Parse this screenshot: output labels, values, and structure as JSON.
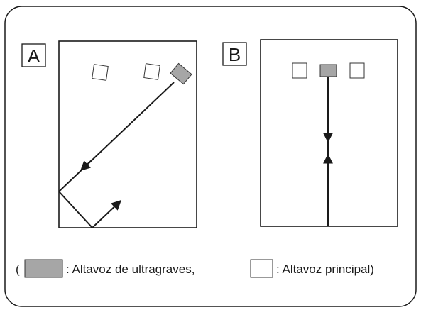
{
  "panels": [
    {
      "label": "A"
    },
    {
      "label": "B"
    }
  ],
  "legend": {
    "open_paren": "(",
    "subwoofer_text": ": Altavoz de ultragraves,",
    "main_text": ": Altavoz principal)"
  },
  "colors": {
    "subwoofer_fill": "#a6a6a6",
    "main_fill": "#ffffff",
    "stroke": "#1a1a1a"
  }
}
